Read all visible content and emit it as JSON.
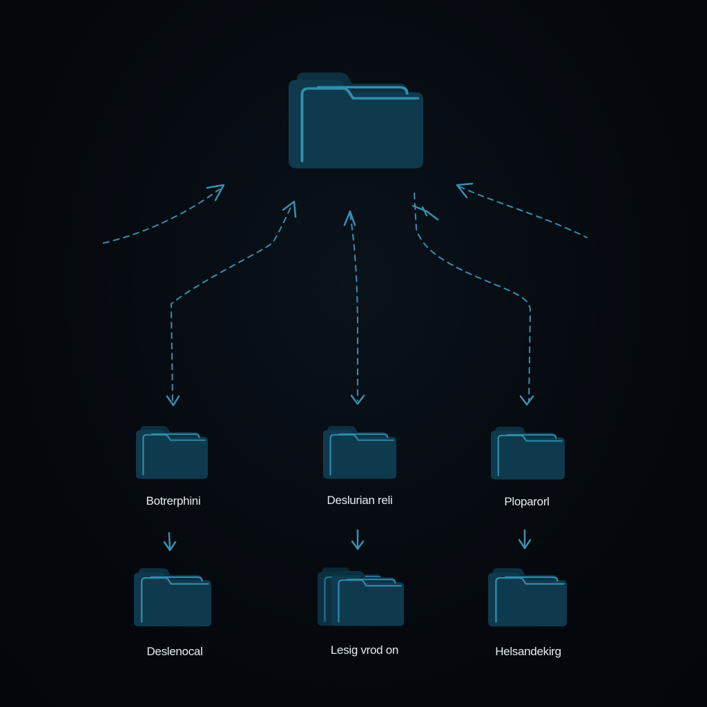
{
  "diagram": {
    "colors": {
      "background": "#05090e",
      "folder_fill": "#0f3a4d",
      "folder_outline": "#2f8fb0",
      "connector": "#3b8fb0",
      "label_text": "#e6edf2"
    },
    "root_folder": {
      "icon": "folder-icon"
    },
    "child_folders": [
      {
        "icon": "folder-icon",
        "label": "Botrerphini"
      },
      {
        "icon": "folder-icon",
        "label": "Deslurian reli"
      },
      {
        "icon": "folder-icon",
        "label": "Ploparorl"
      }
    ],
    "leaf_folders": [
      {
        "icon": "folder-stack-icon",
        "label": "Deslenocal"
      },
      {
        "icon": "folder-stack-icon",
        "label": "Lesig vrod on"
      },
      {
        "icon": "folder-stack-icon",
        "label": "Helsandekirg"
      }
    ],
    "connector_style": "dashed-arrow"
  }
}
